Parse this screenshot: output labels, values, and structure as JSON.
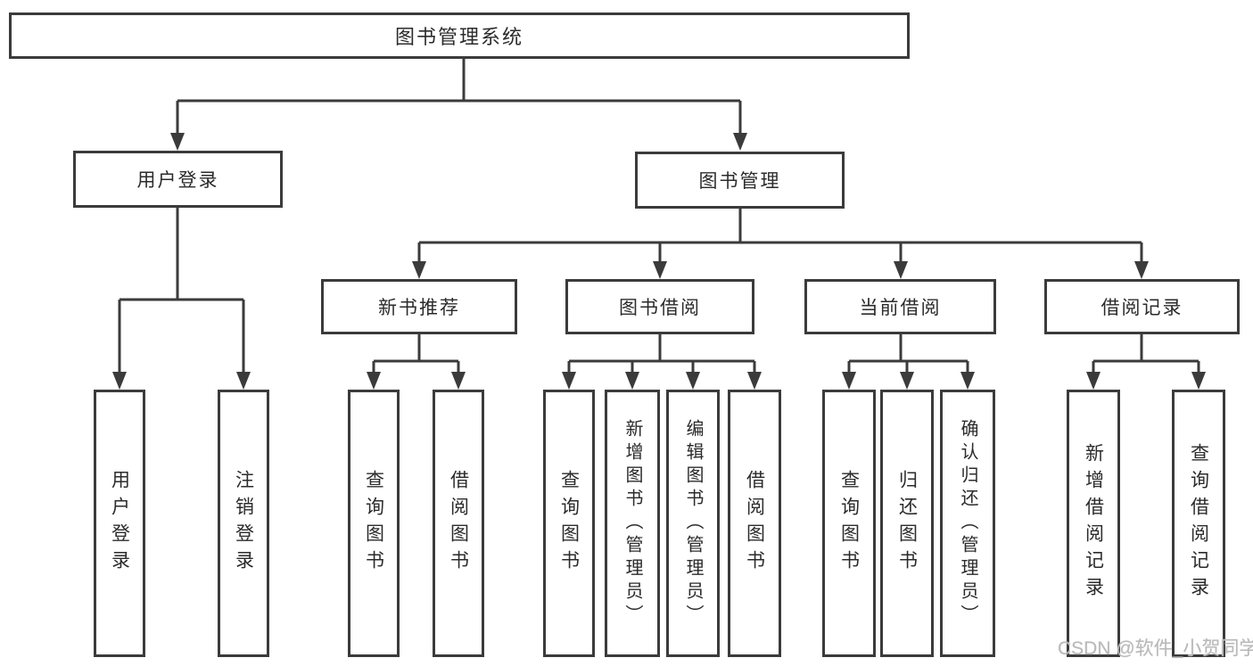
{
  "title": "图书管理系统",
  "tree": {
    "label": "图书管理系统",
    "children": [
      {
        "label": "用户登录",
        "children": [
          {
            "label": "用户登录"
          },
          {
            "label": "注销登录"
          }
        ]
      },
      {
        "label": "图书管理",
        "children": [
          {
            "label": "新书推荐",
            "children": [
              {
                "label": "查询图书"
              },
              {
                "label": "借阅图书"
              }
            ]
          },
          {
            "label": "图书借阅",
            "children": [
              {
                "label": "查询图书"
              },
              {
                "label": "新增图书（管理员）"
              },
              {
                "label": "编辑图书（管理员）"
              },
              {
                "label": "借阅图书"
              }
            ]
          },
          {
            "label": "当前借阅",
            "children": [
              {
                "label": "查询图书"
              },
              {
                "label": "归还图书"
              },
              {
                "label": "确认归还（管理员）"
              }
            ]
          },
          {
            "label": "借阅记录",
            "children": [
              {
                "label": "新增借阅记录"
              },
              {
                "label": "查询借阅记录"
              }
            ]
          }
        ]
      }
    ]
  },
  "watermark": {
    "text": "CSDN @软件_小贺同学"
  },
  "colors": {
    "line": "#3b3b3b",
    "text": "#2b2b2b",
    "watermark": "#b9b9b9",
    "background": "#ffffff"
  }
}
